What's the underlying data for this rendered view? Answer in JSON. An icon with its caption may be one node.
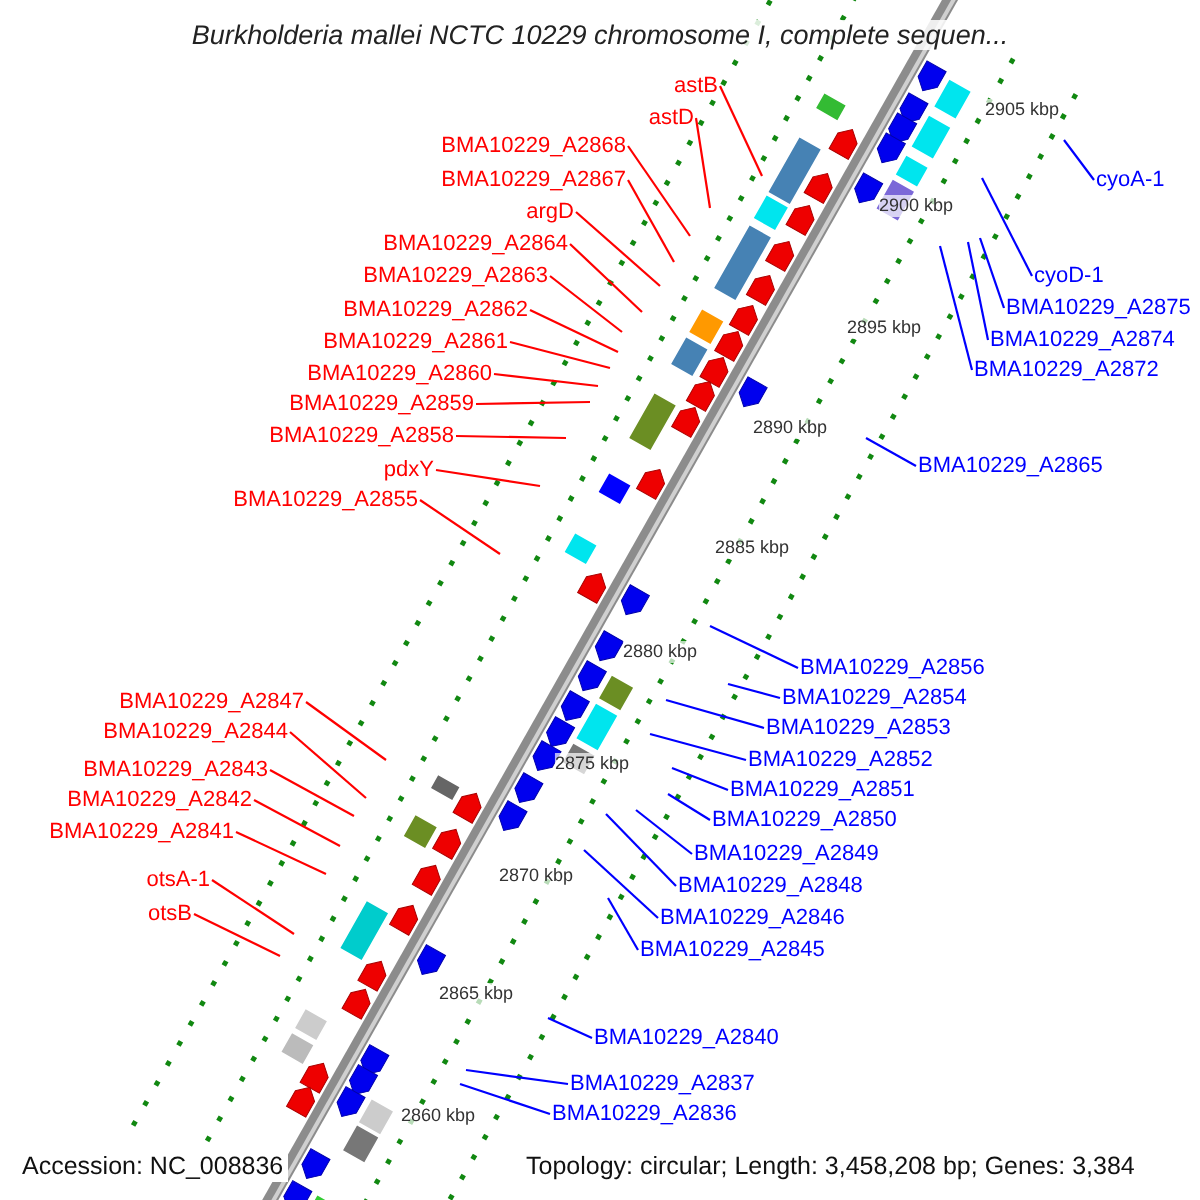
{
  "diagram": {
    "title": "Burkholderia mallei NCTC 10229 chromosome I, complete sequen...",
    "nodes": [
      {
        "text": [
          "astB"
        ]
      },
      {
        "text": [
          "astD"
        ]
      },
      {
        "text": [
          "BMA10229_A2868"
        ]
      },
      {
        "text": [
          "BMA10229_A2867"
        ]
      },
      {
        "text": [
          "argD"
        ]
      },
      {
        "text": [
          "BMA10229_A2864"
        ]
      },
      {
        "text": [
          "BMA10229_A2863"
        ]
      },
      {
        "text": [
          "BMA10229_A2862"
        ]
      },
      {
        "text": [
          "BMA10229_A2861"
        ]
      },
      {
        "text": [
          "BMA10229_A2860"
        ]
      },
      {
        "text": [
          "BMA10229_A2859"
        ]
      },
      {
        "text": [
          "BMA10229_A2858"
        ]
      },
      {
        "text": [
          "pdxY"
        ]
      },
      {
        "text": [
          "BMA10229_A2855"
        ]
      },
      {
        "text": [
          "cyoA-1"
        ]
      },
      {
        "text": [
          "cyoD-1"
        ]
      },
      {
        "text": [
          "BMA10229_A2875"
        ]
      },
      {
        "text": [
          "BMA10229_A2874"
        ]
      },
      {
        "text": [
          "BMA10229_A2872"
        ]
      },
      {
        "text": [
          "BMA10229_A2865"
        ]
      },
      {
        "text": [
          "BMA10229_A2847"
        ]
      },
      {
        "text": [
          "BMA10229_A2844"
        ]
      },
      {
        "text": [
          "BMA10229_A2843"
        ]
      },
      {
        "text": [
          "BMA10229_A2842"
        ]
      },
      {
        "text": [
          "BMA10229_A2841"
        ]
      },
      {
        "text": [
          "otsA-1"
        ]
      },
      {
        "text": [
          "otsB"
        ]
      },
      {
        "text": [
          "BMA10229_A2856"
        ]
      },
      {
        "text": [
          "BMA10229_A2854"
        ]
      },
      {
        "text": [
          "BMA10229_A2853"
        ]
      },
      {
        "text": [
          "BMA10229_A2852"
        ]
      },
      {
        "text": [
          "BMA10229_A2851"
        ]
      },
      {
        "text": [
          "BMA10229_A2850"
        ]
      },
      {
        "text": [
          "BMA10229_A2849"
        ]
      },
      {
        "text": [
          "BMA10229_A2848"
        ]
      },
      {
        "text": [
          "BMA10229_A2846"
        ]
      },
      {
        "text": [
          "BMA10229_A2845"
        ]
      },
      {
        "text": [
          "BMA10229_A2840"
        ]
      },
      {
        "text": [
          "BMA10229_A2837"
        ]
      },
      {
        "text": [
          "BMA10229_A2836"
        ]
      }
    ],
    "edges": [
      {
        "from": 0,
        "to": null,
        "arrow": "none"
      },
      {
        "from": 1,
        "to": null,
        "arrow": "none"
      },
      {
        "from": 2,
        "to": null,
        "arrow": "none"
      },
      {
        "from": 3,
        "to": null,
        "arrow": "none"
      },
      {
        "from": 4,
        "to": null,
        "arrow": "none"
      },
      {
        "from": 5,
        "to": null,
        "arrow": "none"
      },
      {
        "from": 6,
        "to": null,
        "arrow": "none"
      },
      {
        "from": 7,
        "to": null,
        "arrow": "none"
      },
      {
        "from": 8,
        "to": null,
        "arrow": "none"
      },
      {
        "from": 9,
        "to": null,
        "arrow": "none"
      },
      {
        "from": 10,
        "to": null,
        "arrow": "none"
      },
      {
        "from": 11,
        "to": null,
        "arrow": "none"
      },
      {
        "from": 12,
        "to": null,
        "arrow": "none"
      },
      {
        "from": 13,
        "to": null,
        "arrow": "none"
      },
      {
        "from": 14,
        "to": null,
        "arrow": "none",
        "color": "#0000ff"
      },
      {
        "from": 15,
        "to": null,
        "arrow": "none",
        "color": "#0000ff"
      },
      {
        "from": 16,
        "to": null,
        "arrow": "none",
        "color": "#0000ff"
      },
      {
        "from": 17,
        "to": null,
        "arrow": "none",
        "color": "#0000ff"
      },
      {
        "from": 18,
        "to": null,
        "arrow": "none",
        "color": "#0000ff"
      },
      {
        "from": 19,
        "to": null,
        "arrow": "none",
        "color": "#0000ff"
      },
      {
        "from": 20,
        "to": null,
        "arrow": "none"
      },
      {
        "from": 21,
        "to": null,
        "arrow": "none"
      },
      {
        "from": 22,
        "to": null,
        "arrow": "none"
      },
      {
        "from": 23,
        "to": null,
        "arrow": "none"
      },
      {
        "from": 24,
        "to": null,
        "arrow": "none"
      },
      {
        "from": 25,
        "to": null,
        "arrow": "none"
      },
      {
        "from": 26,
        "to": null,
        "arrow": "none"
      },
      {
        "from": 27,
        "to": null,
        "arrow": "none",
        "color": "#0000ff"
      },
      {
        "from": 28,
        "to": null,
        "arrow": "none",
        "color": "#0000ff"
      },
      {
        "from": 29,
        "to": null,
        "arrow": "none",
        "color": "#0000ff"
      },
      {
        "from": 30,
        "to": null,
        "arrow": "none",
        "color": "#0000ff"
      },
      {
        "from": 31,
        "to": null,
        "arrow": "none",
        "color": "#0000ff"
      },
      {
        "from": 32,
        "to": null,
        "arrow": "none",
        "color": "#0000ff"
      },
      {
        "from": 33,
        "to": null,
        "arrow": "none",
        "color": "#0000ff"
      },
      {
        "from": 34,
        "to": null,
        "arrow": "none",
        "color": "#0000ff"
      },
      {
        "from": 35,
        "to": null,
        "arrow": "none",
        "color": "#0000ff"
      },
      {
        "from": 36,
        "to": null,
        "arrow": "none",
        "color": "#0000ff"
      },
      {
        "from": 37,
        "to": null,
        "arrow": "none",
        "color": "#0000ff"
      },
      {
        "from": 38,
        "to": null,
        "arrow": "none",
        "color": "#0000ff"
      },
      {
        "from": 39,
        "to": null,
        "arrow": "none",
        "color": "#0000ff"
      }
    ],
    "labels": [
      "2905 kbp",
      "2900 kbp",
      "2895 kbp",
      "2890 kbp",
      "2885 kbp",
      "2880 kbp",
      "2875 kbp",
      "2870 kbp",
      "2865 kbp",
      "2860 kbp",
      "Accession: NC_008836",
      "Topology: circular; Length: 3,458,208 bp; Genes: 3,384"
    ]
  }
}
